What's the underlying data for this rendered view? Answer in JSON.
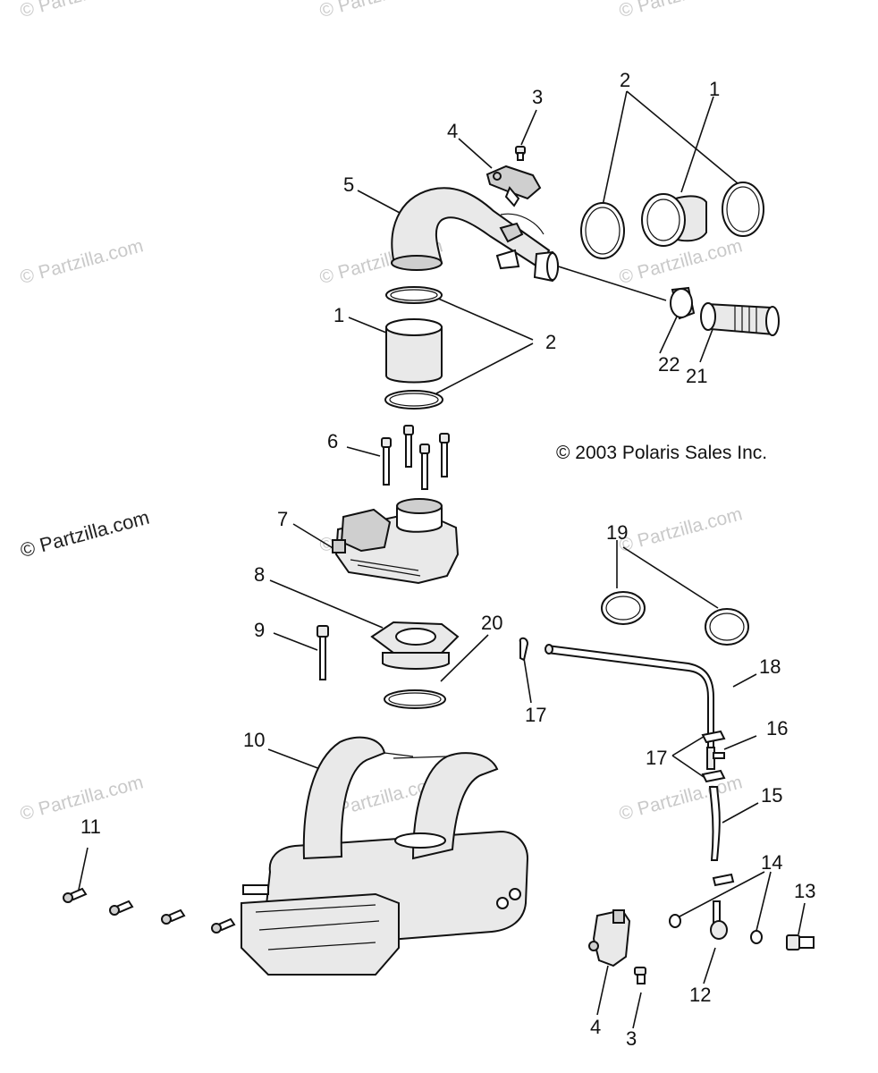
{
  "watermark": {
    "text": "© Partzilla.com",
    "prominent_text": "© Partzilla.com"
  },
  "copyright": "© 2003 Polaris Sales Inc.",
  "callouts": {
    "c1a": "1",
    "c2a": "2",
    "c3a": "3",
    "c4a": "4",
    "c5": "5",
    "c1b": "1",
    "c2b": "2",
    "c22": "22",
    "c21": "21",
    "c6": "6",
    "c7": "7",
    "c19": "19",
    "c8": "8",
    "c9": "9",
    "c20": "20",
    "c18": "18",
    "c17a": "17",
    "c16": "16",
    "c17b": "17",
    "c10": "10",
    "c15": "15",
    "c11": "11",
    "c14": "14",
    "c13": "13",
    "c12": "12",
    "c4b": "4",
    "c3b": "3"
  }
}
